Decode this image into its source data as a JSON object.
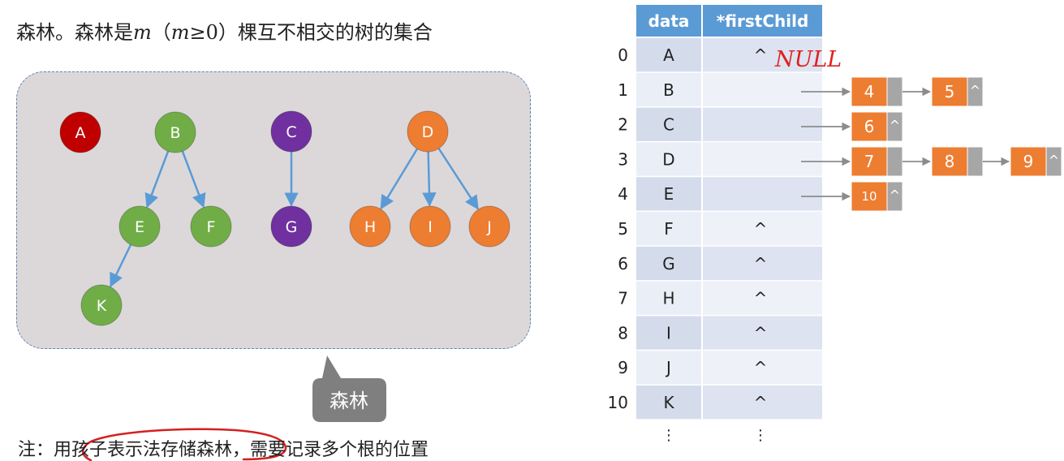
{
  "heading": {
    "prefix": "森林。森林是",
    "m1": "m",
    "open": "（",
    "m2": "m",
    "cond": "≥0",
    "suffix": "）棵互不相交的树的集合"
  },
  "forest": {
    "nodes": [
      {
        "label": "A",
        "color": "#c00000"
      },
      {
        "label": "B",
        "color": "#70ad47"
      },
      {
        "label": "C",
        "color": "#7030a0"
      },
      {
        "label": "D",
        "color": "#ed7d31"
      },
      {
        "label": "E",
        "color": "#70ad47"
      },
      {
        "label": "F",
        "color": "#70ad47"
      },
      {
        "label": "G",
        "color": "#7030a0"
      },
      {
        "label": "H",
        "color": "#ed7d31"
      },
      {
        "label": "I",
        "color": "#ed7d31"
      },
      {
        "label": "J",
        "color": "#ed7d31"
      },
      {
        "label": "K",
        "color": "#70ad47"
      }
    ],
    "edges": [
      [
        "B",
        "E"
      ],
      [
        "B",
        "F"
      ],
      [
        "E",
        "K"
      ],
      [
        "C",
        "G"
      ],
      [
        "D",
        "H"
      ],
      [
        "D",
        "I"
      ],
      [
        "D",
        "J"
      ]
    ]
  },
  "callout": {
    "label": "森林",
    "color": "#7f7f7f"
  },
  "table": {
    "headers": [
      "data",
      "*firstChild"
    ],
    "rows": [
      {
        "index": "0",
        "data": "A",
        "firstChild": "^"
      },
      {
        "index": "1",
        "data": "B",
        "firstChild": ""
      },
      {
        "index": "2",
        "data": "C",
        "firstChild": ""
      },
      {
        "index": "3",
        "data": "D",
        "firstChild": ""
      },
      {
        "index": "4",
        "data": "E",
        "firstChild": ""
      },
      {
        "index": "5",
        "data": "F",
        "firstChild": "^"
      },
      {
        "index": "6",
        "data": "G",
        "firstChild": "^"
      },
      {
        "index": "7",
        "data": "H",
        "firstChild": "^"
      },
      {
        "index": "8",
        "data": "I",
        "firstChild": "^"
      },
      {
        "index": "9",
        "data": "J",
        "firstChild": "^"
      },
      {
        "index": "10",
        "data": "K",
        "firstChild": "^"
      }
    ],
    "ellipsis": "⋮",
    "header_color": "#5b9bd5"
  },
  "null_annotation": "NULL",
  "child_lists": [
    {
      "row": 1,
      "nodes": [
        {
          "value": "4",
          "next": ""
        },
        {
          "value": "5",
          "next": "^"
        }
      ]
    },
    {
      "row": 2,
      "nodes": [
        {
          "value": "6",
          "next": "^"
        }
      ]
    },
    {
      "row": 3,
      "nodes": [
        {
          "value": "7",
          "next": ""
        },
        {
          "value": "8",
          "next": ""
        },
        {
          "value": "9",
          "next": "^"
        }
      ]
    },
    {
      "row": 4,
      "nodes": [
        {
          "value": "10",
          "next": "^"
        }
      ]
    }
  ],
  "list_colors": {
    "value": "#ed7d31",
    "pointer": "#a6a6a6"
  },
  "footnote": {
    "prefix": "注：用",
    "highlight": "孩子表示法存储森林，",
    "suffix": "需要记录多个根的位置"
  }
}
